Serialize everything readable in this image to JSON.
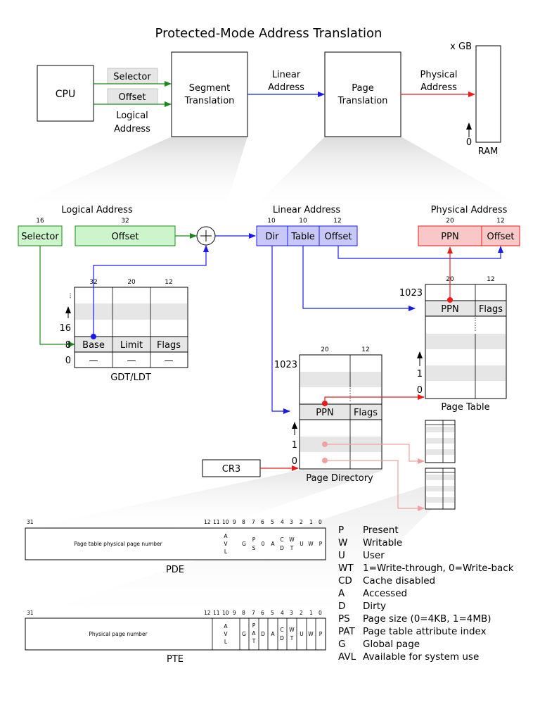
{
  "title": "Protected-Mode Address Translation",
  "overview": {
    "cpu": "CPU",
    "selector": "Selector",
    "offset": "Offset",
    "logical_address": [
      "Logical",
      "Address"
    ],
    "segment_translation": [
      "Segment",
      "Translation"
    ],
    "linear_address": [
      "Linear",
      "Address"
    ],
    "page_translation": [
      "Page",
      "Translation"
    ],
    "physical_address": [
      "Physical",
      "Address"
    ],
    "ram_top": "x GB",
    "ram_zero": "0",
    "ram_label": "RAM"
  },
  "logical": {
    "heading": "Logical Address",
    "selector_label": "Selector",
    "selector_bits": "16",
    "offset_label": "Offset",
    "offset_bits": "32"
  },
  "linear": {
    "heading": "Linear Address",
    "dir_label": "Dir",
    "dir_bits": "10",
    "table_label": "Table",
    "table_bits": "10",
    "offset_label": "Offset",
    "offset_bits": "12"
  },
  "physical": {
    "heading": "Physical Address",
    "ppn_label": "PPN",
    "ppn_bits": "20",
    "offset_label": "Offset",
    "offset_bits": "12"
  },
  "gdt": {
    "bits": [
      "32",
      "20",
      "12"
    ],
    "fields": [
      "Base",
      "Limit",
      "Flags"
    ],
    "empty": [
      "—",
      "—",
      "—"
    ],
    "rows": [
      "16",
      "8",
      "0"
    ],
    "dots": "···",
    "caption": "GDT/LDT"
  },
  "page_table": {
    "bits": [
      "20",
      "12"
    ],
    "fields": [
      "PPN",
      "Flags"
    ],
    "rows": [
      "1023",
      "1",
      "0"
    ],
    "caption": "Page Table"
  },
  "page_directory": {
    "bits": [
      "20",
      "12"
    ],
    "fields": [
      "PPN",
      "Flags"
    ],
    "rows": [
      "1023",
      "1",
      "0"
    ],
    "caption": "Page Directory"
  },
  "cr3": "CR3",
  "pde": {
    "caption": "PDE",
    "bit_labels": [
      "31",
      "12",
      "11",
      "10",
      "9",
      "8",
      "7",
      "6",
      "5",
      "4",
      "3",
      "2",
      "1",
      "0"
    ],
    "main_field": "Page table physical page number",
    "avl": [
      "A",
      "V",
      "L"
    ],
    "g": "G",
    "ps": [
      "P",
      "S"
    ],
    "zero": "0",
    "a": "A",
    "cd": [
      "C",
      "D"
    ],
    "wt": [
      "W",
      "T"
    ],
    "u": "U",
    "w": "W",
    "p": "P"
  },
  "pte": {
    "caption": "PTE",
    "bit_labels": [
      "31",
      "12",
      "11",
      "10",
      "9",
      "8",
      "7",
      "6",
      "5",
      "4",
      "3",
      "2",
      "1",
      "0"
    ],
    "main_field": "Physical page number",
    "avl": [
      "A",
      "V",
      "L"
    ],
    "g": "G",
    "pat": [
      "P",
      "A",
      "T"
    ],
    "d": "D",
    "a": "A",
    "cd": [
      "C",
      "D"
    ],
    "wt": [
      "W",
      "T"
    ],
    "u": "U",
    "w": "W",
    "p": "P"
  },
  "legend": [
    {
      "abbr": "P",
      "desc": "Present"
    },
    {
      "abbr": "W",
      "desc": "Writable"
    },
    {
      "abbr": "U",
      "desc": "User"
    },
    {
      "abbr": "WT",
      "desc": "1=Write-through, 0=Write-back"
    },
    {
      "abbr": "CD",
      "desc": "Cache disabled"
    },
    {
      "abbr": "A",
      "desc": "Accessed"
    },
    {
      "abbr": "D",
      "desc": "Dirty"
    },
    {
      "abbr": "PS",
      "desc": "Page size (0=4KB, 1=4MB)"
    },
    {
      "abbr": "PAT",
      "desc": "Page table attribute index"
    },
    {
      "abbr": "G",
      "desc": "Global page"
    },
    {
      "abbr": "AVL",
      "desc": "Available for system use"
    }
  ],
  "colors": {
    "green": "#1a8a1a",
    "green_fill": "#ccf5cc",
    "blue": "#1a1aee",
    "blue_fill": "#c8c8f8",
    "red": "#ee1a1a",
    "red_fill": "#f8c8c8",
    "pink": "#f2a0a0",
    "gray": "#e6e6e6"
  }
}
